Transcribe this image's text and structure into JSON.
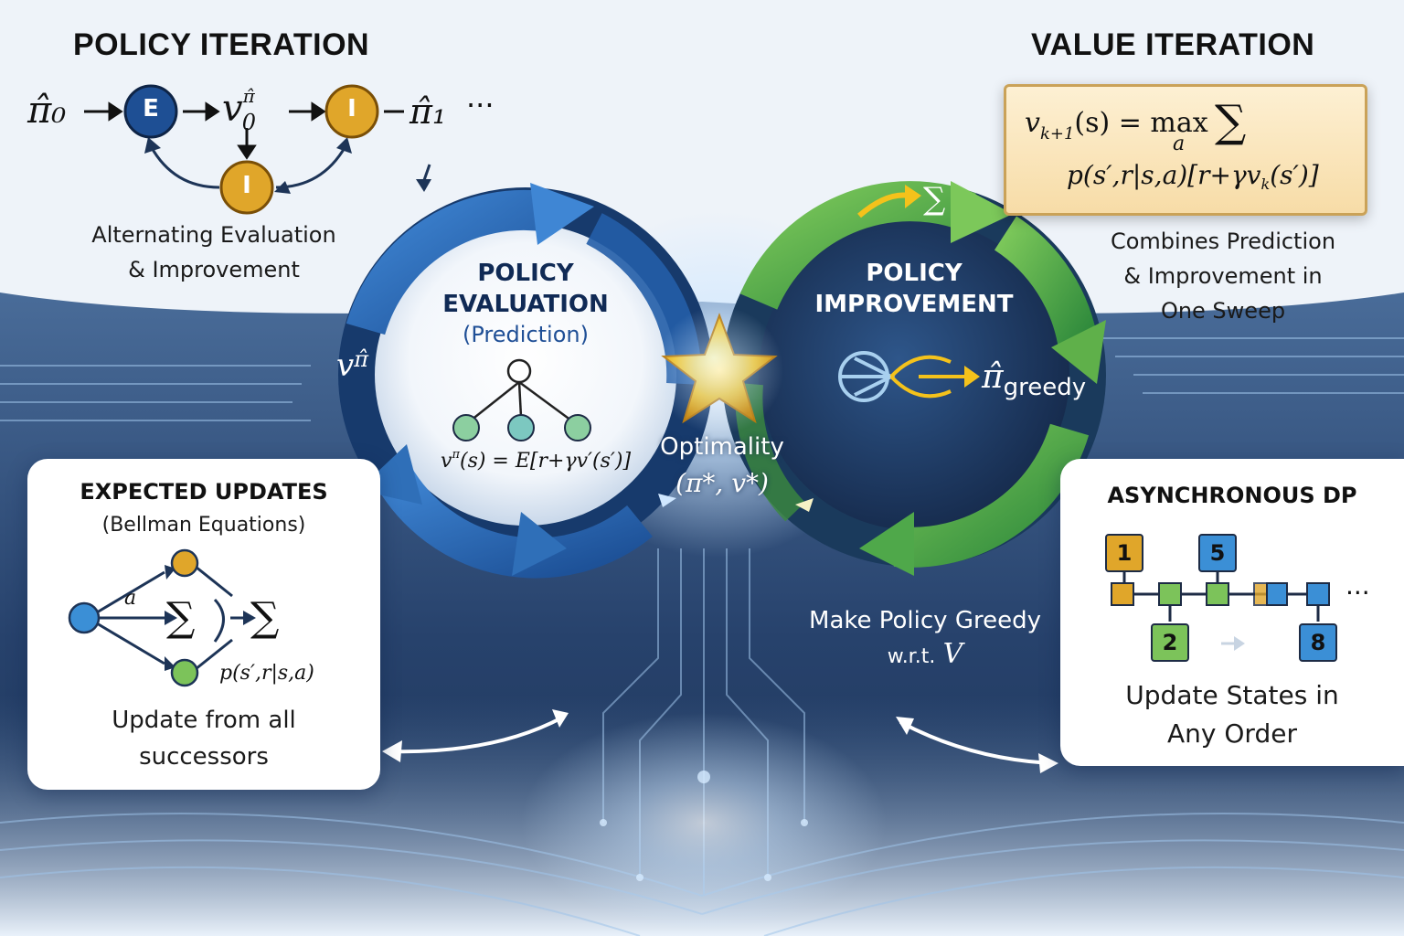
{
  "policy_iteration": {
    "title": "POLICY ITERATION",
    "seq_pi0": "π̂₀",
    "node_e": "E",
    "seq_v": "v",
    "seq_v_sup": "π̂",
    "seq_v_sub": "0",
    "node_i": "I",
    "seq_pi1": "π̂₁",
    "seq_dots": "···",
    "node_i_lower": "I",
    "caption_line1": "Alternating Evaluation",
    "caption_line2": "& Improvement"
  },
  "value_iteration": {
    "title": "VALUE ITERATION",
    "formula_line1": "v",
    "formula_sub": "k+1",
    "formula_rest": "(s) = max",
    "formula_max_sub": "a",
    "formula_sum": "∑",
    "formula_line2": "p(s′,r|s,a)[r+γv",
    "formula_line2_sub": "k",
    "formula_line2_end": "(s′)]",
    "caption_line1": "Combines Prediction",
    "caption_line2": "& Improvement in",
    "caption_line3": "One Sweep"
  },
  "evaluation": {
    "label_line1": "POLICY",
    "label_line2": "EVALUATION",
    "label_line3": "(Prediction)",
    "ring_label": "v",
    "ring_label_sup": "π̂",
    "equation": "v",
    "equation_sup": "π",
    "equation_rest": "(s) = E[r+γv′(s′)]"
  },
  "improvement": {
    "label_line1": "POLICY",
    "label_line2": "IMPROVEMENT",
    "greedy_symbol": "π̂",
    "greedy_sub": "greedy",
    "sum_icon": "∑",
    "caption_line1": "Make Policy Greedy",
    "caption_line2": "w.r.t.",
    "caption_v": "V"
  },
  "optimality": {
    "label": "Optimality",
    "symbol": "(π*, v*)"
  },
  "expected_updates": {
    "title": "EXPECTED UPDATES",
    "subtitle": "(Bellman Equations)",
    "edge_label": "a",
    "sum1": "∑",
    "sum2": "∑",
    "prob": "p(s′,r|s,a)",
    "caption_line1": "Update from all",
    "caption_line2": "successors"
  },
  "async_dp": {
    "title": "ASYNCHRONOUS DP",
    "nodes": [
      "1",
      "5",
      "2",
      "8"
    ],
    "dots": "···",
    "caption_line1": "Update States in",
    "caption_line2": "Any Order"
  },
  "colors": {
    "blue_ring": "#2f6fb8",
    "green_ring": "#4fa84a",
    "orange_node": "#e0a62a",
    "green_node": "#7cc35a",
    "blue_node": "#3b8fd6",
    "formula_box": "#fbe8c2"
  }
}
